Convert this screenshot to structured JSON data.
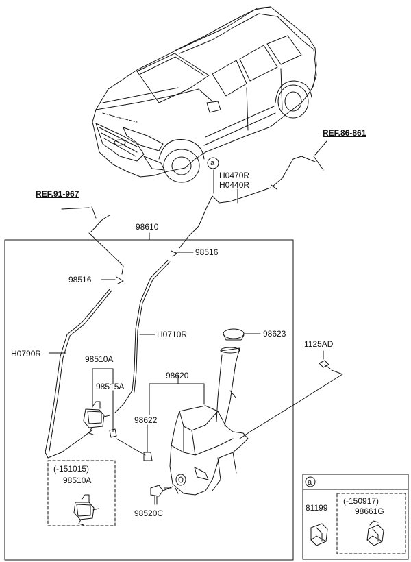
{
  "references": {
    "ref_rear": "REF.86-861",
    "ref_front": "REF.91-967"
  },
  "callout_marker": "a",
  "parts": {
    "hose_h0470r": "H0470R",
    "hose_h0440r": "H0440R",
    "assembly_98610": "98610",
    "connector_98516_top": "98516",
    "connector_98516_left": "98516",
    "hose_h0790r": "H0790R",
    "hose_h0710r": "H0710R",
    "cap_98623": "98623",
    "bolt_1125ad": "1125AD",
    "pump_98510a": "98510A",
    "grommet_98515a": "98515A",
    "reservoir_98620": "98620",
    "filter_98622": "98622",
    "sensor_98520c": "98520C",
    "alt_date_pump": "(-151015)",
    "alt_pump_98510a": "98510A",
    "inset_clip_81199": "81199",
    "inset_alt_date": "(-150917)",
    "inset_clip_98661g": "98661G"
  },
  "colors": {
    "line": "#111111",
    "background": "#ffffff",
    "dashed_box": "#333333"
  }
}
